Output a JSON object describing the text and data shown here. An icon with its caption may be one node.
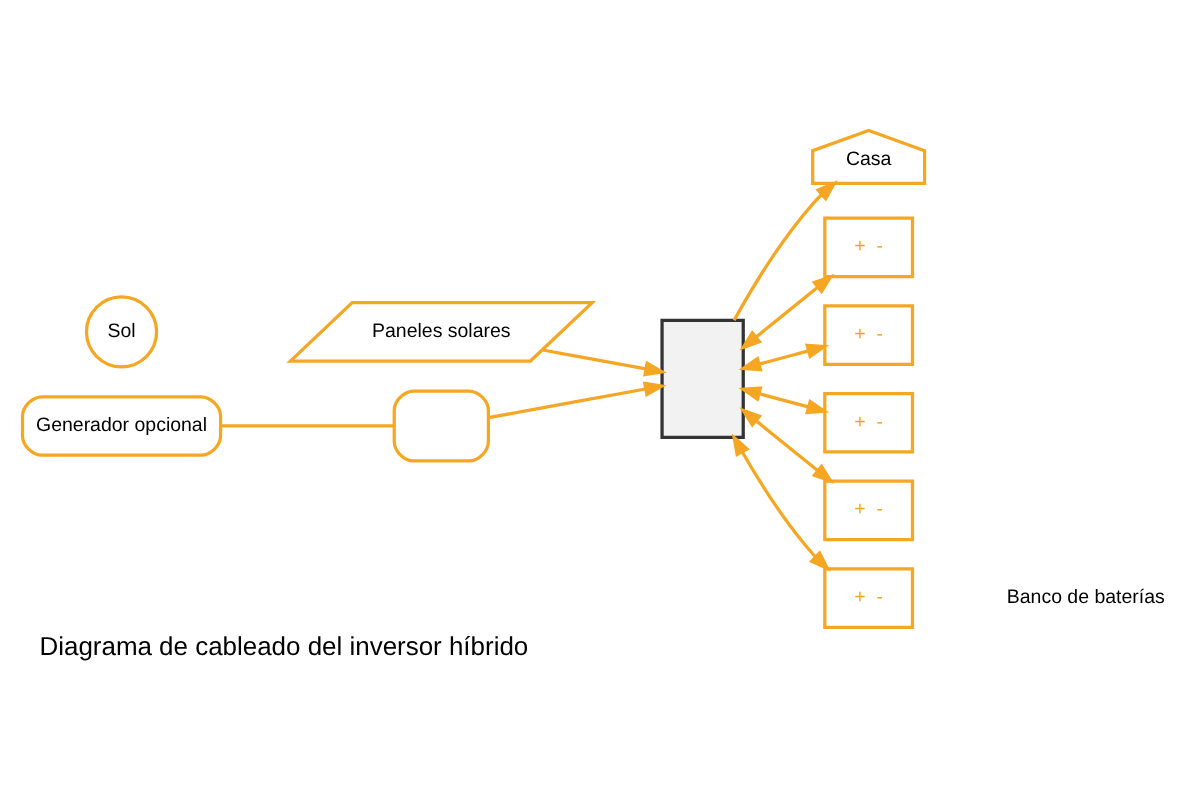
{
  "diagram": {
    "caption": "Diagrama de cableado del inversor híbrido",
    "nodes": [
      {
        "text": [
          "Sol"
        ]
      },
      {
        "text": [
          "Paneles solares"
        ]
      },
      {
        "text": [],
        "shape": "box"
      },
      {
        "text": [],
        "shape": "box"
      },
      {
        "text": [
          "Generador opcional"
        ]
      },
      {
        "text": [
          "Casa"
        ]
      },
      {
        "text": [
          "+",
          "-"
        ]
      },
      {
        "text": [
          "+",
          "-"
        ]
      },
      {
        "text": [
          "+",
          "-"
        ]
      },
      {
        "text": [
          "+",
          "-"
        ]
      },
      {
        "text": [
          "+",
          "-"
        ]
      }
    ],
    "edges": [
      {
        "from": 1,
        "to": 2,
        "arrow": "to"
      },
      {
        "from": 4,
        "to": 3,
        "arrow": "none"
      },
      {
        "from": 3,
        "to": 2,
        "arrow": "to"
      },
      {
        "from": 2,
        "to": 5,
        "arrow": "to"
      },
      {
        "from": 2,
        "to": 6,
        "arrow": "both"
      },
      {
        "from": 2,
        "to": 7,
        "arrow": "both"
      },
      {
        "from": 2,
        "to": 8,
        "arrow": "both"
      },
      {
        "from": 2,
        "to": 9,
        "arrow": "both"
      },
      {
        "from": 2,
        "to": 10,
        "arrow": "both"
      }
    ],
    "labels": [
      "Banco de baterías"
    ]
  }
}
